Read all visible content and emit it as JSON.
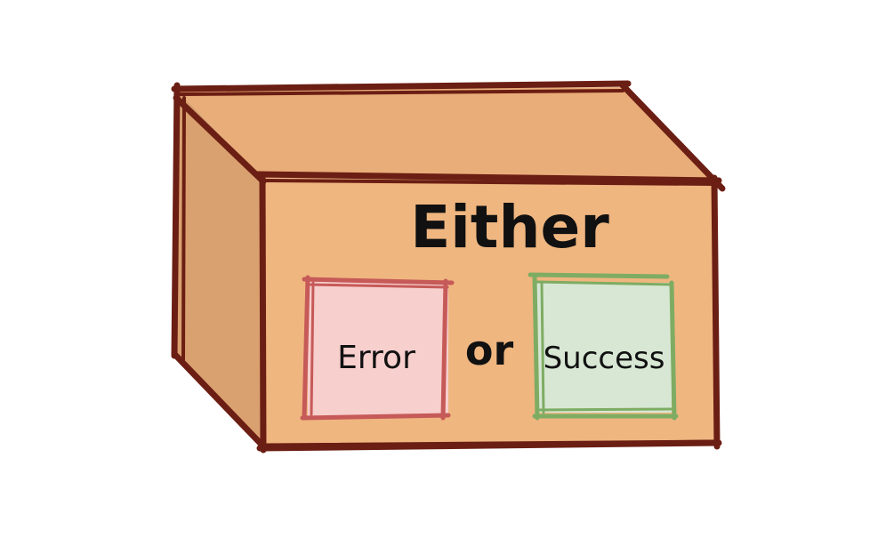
{
  "box": {
    "title": "Either",
    "connector": "or",
    "options": [
      {
        "label": "Error",
        "fill": "#f7cfcd",
        "stroke": "#c65a58"
      },
      {
        "label": "Success",
        "fill": "#d7e7d4",
        "stroke": "#7eac63"
      }
    ],
    "colors": {
      "front": "#efb680",
      "top": "#e9ad79",
      "side": "#d9a170",
      "outline": "#6b1e13"
    }
  }
}
